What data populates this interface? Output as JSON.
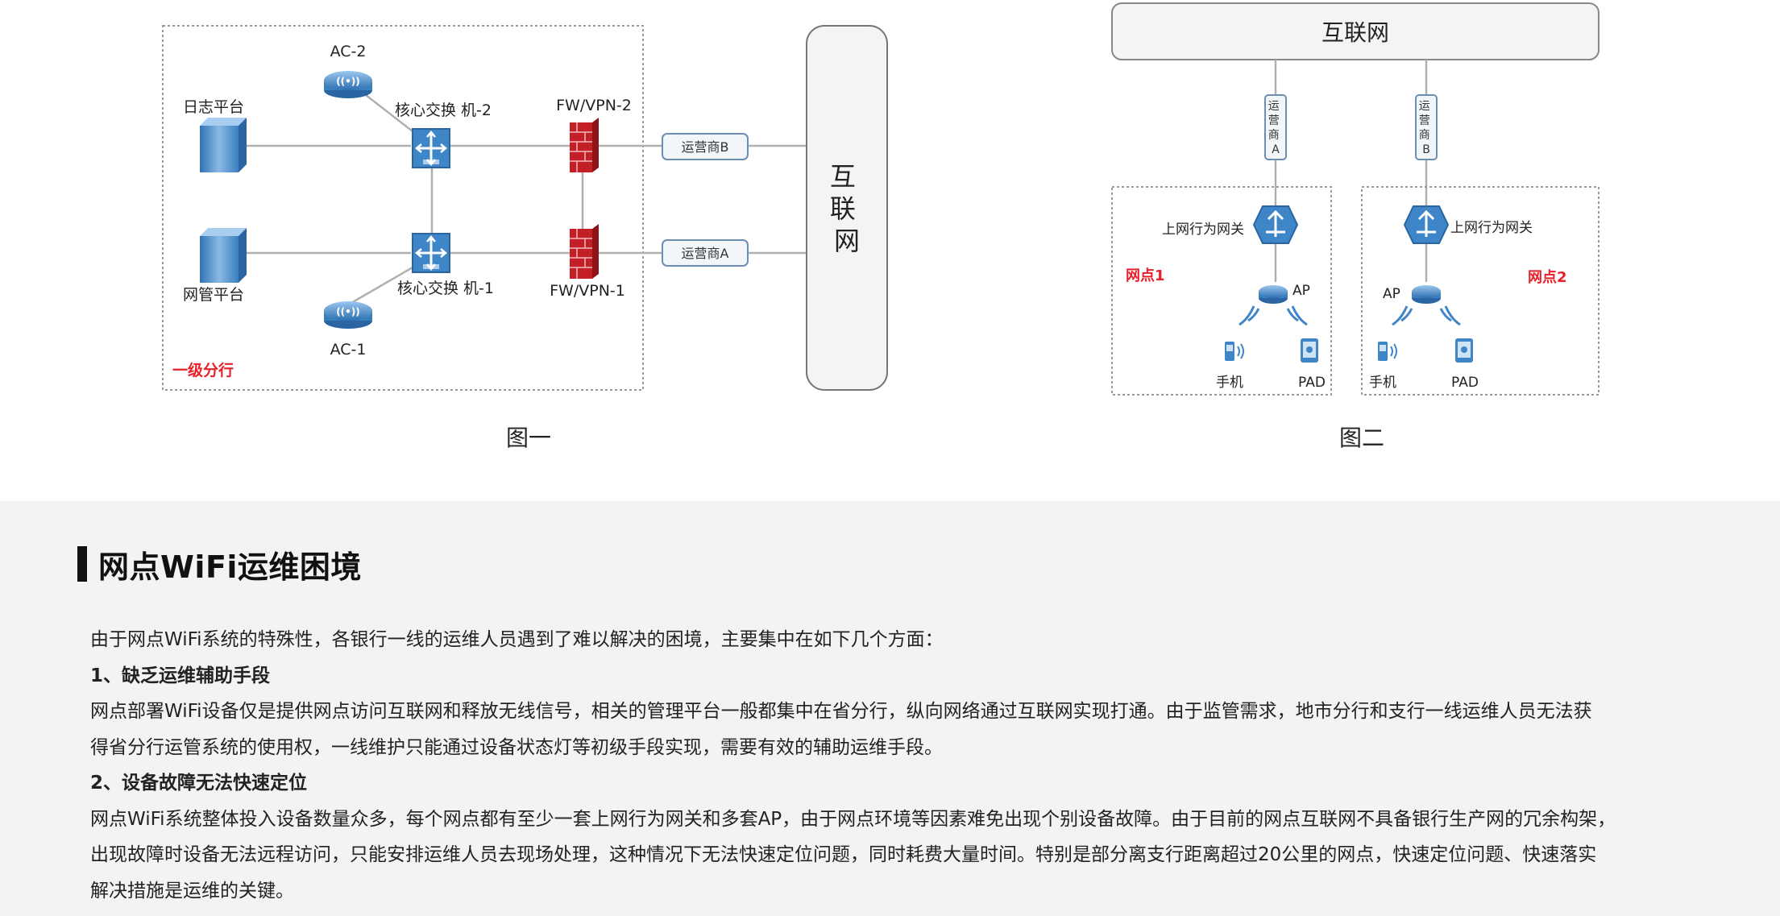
{
  "figure1": {
    "labels": {
      "log_platform": "日志平台",
      "nms_platform": "网管平台",
      "ac2": "AC-2",
      "ac1": "AC-1",
      "core2": "核心交换 机-2",
      "core1": "核心交换 机-1",
      "fw2": "FW/VPN-2",
      "fw1": "FW/VPN-1",
      "isp_b": "运营商B",
      "isp_a": "运营商A",
      "internet": "互联网",
      "branch": "一级分行"
    },
    "caption": "图一"
  },
  "figure2": {
    "labels": {
      "internet": "互联网",
      "isp_a": "运营商A",
      "isp_b": "运营商B",
      "gateway1": "上网行为网关",
      "gateway2": "上网行为网关",
      "site1": "网点1",
      "site2": "网点2",
      "ap1": "AP",
      "ap2": "AP",
      "phone1": "手机",
      "pad1": "PAD",
      "phone2": "手机",
      "pad2": "PAD"
    },
    "caption": "图二"
  },
  "section": {
    "title": "网点WiFi运维困境",
    "intro": "由于网点WiFi系统的特殊性，各银行一线的运维人员遇到了难以解决的困境，主要集中在如下几个方面：",
    "point1_title": "1、缺乏运维辅助手段",
    "point1_line1": "网点部署WiFi设备仅是提供网点访问互联网和释放无线信号，相关的管理平台一般都集中在省分行，纵向网络通过互联网实现打通。由于监管需求，地市分行和支行一线运维人员无法获",
    "point1_line2": "得省分行运管系统的使用权，一线维护只能通过设备状态灯等初级手段实现，需要有效的辅助运维手段。",
    "point2_title": "2、设备故障无法快速定位",
    "point2_line1": "网点WiFi系统整体投入设备数量众多，每个网点都有至少一套上网行为网关和多套AP，由于网点环境等因素难免出现个别设备故障。由于目前的网点互联网不具备银行生产网的冗余构架，",
    "point2_line2": "出现故障时设备无法远程访问，只能安排运维人员去现场处理，这种情况下无法快速定位问题，同时耗费大量时间。特别是部分离支行距离超过20公里的网点，快速定位问题、快速落实",
    "point2_line3": "解决措施是运维的关键。"
  },
  "colors": {
    "accent_red": "#e8202a",
    "device_blue": "#3f86c8",
    "firewall_red": "#c22026",
    "line_gray": "#b0b0b0"
  }
}
